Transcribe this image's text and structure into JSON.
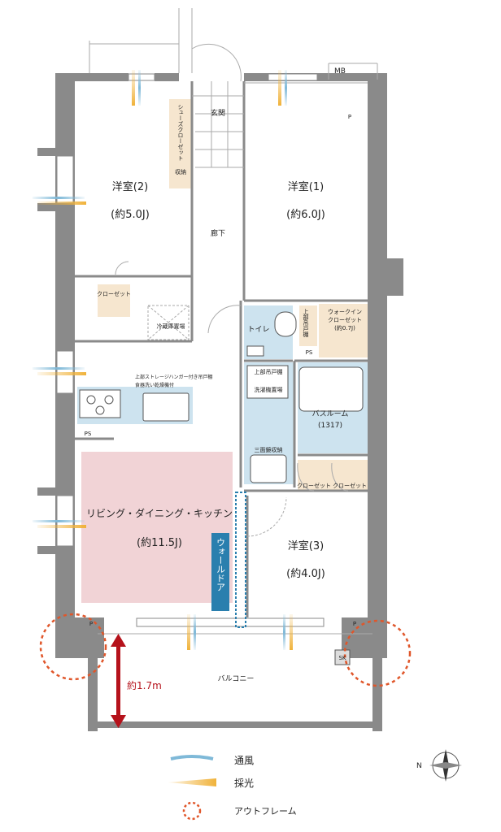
{
  "rooms": {
    "western_room_1": {
      "name": "洋室(1)",
      "size": "(約6.0J)"
    },
    "western_room_2": {
      "name": "洋室(2)",
      "size": "(約5.0J)"
    },
    "western_room_3": {
      "name": "洋室(3)",
      "size": "(約4.0J)"
    },
    "ldk": {
      "name": "リビング・ダイニング・キッチン",
      "size": "(約11.5J)"
    }
  },
  "labels": {
    "mb": "MB",
    "entrance": "玄関",
    "shoes_closet": "シューズクローゼット",
    "storage": "収納",
    "hallway": "廊下",
    "closet_room2": "クローゼット",
    "fridge_space": "冷蔵庫置場",
    "toilet": "トイレ",
    "toilet_upper_shelf": "上部吊戸棚",
    "ps_toilet": "PS",
    "walk_in_closet": "ウォークイン",
    "walk_in_closet_2": "クローゼット",
    "walk_in_closet_size": "(約0.7J)",
    "kitchen_note_1": "上部ストレージハンガー付き吊戸棚",
    "kitchen_note_2": "食器洗い乾燥機付",
    "ps_kitchen": "PS",
    "wash_upper_shelf": "上部吊戸棚",
    "laundry_space": "洗濯機置場",
    "bathroom": "バスルーム",
    "bathroom_size": "(1317)",
    "mirror_storage": "三面鏡収納",
    "closet_room3_a": "クローゼット",
    "closet_room3_b": "クローゼット",
    "wall_door": "ウォールドア",
    "p_left": "P",
    "p_right": "P",
    "p_room1": "P",
    "sk": "SK",
    "balcony": "バルコニー",
    "balcony_depth": "約1.7m",
    "compass_n": "N"
  },
  "legend": {
    "ventilation": "通風",
    "daylight": "採光",
    "outframe": "アウトフレーム"
  },
  "colors": {
    "wall": "#8a8a8a",
    "ldk_floor": "#f1d3d6",
    "wet_area": "#cde3ef",
    "storage": "#f6e6cf",
    "wall_door": "#2a7fae",
    "outframe": "#e0562a",
    "wind": "#7fb9d8",
    "light": "#f0b23a",
    "arrow": "#b5121b"
  }
}
